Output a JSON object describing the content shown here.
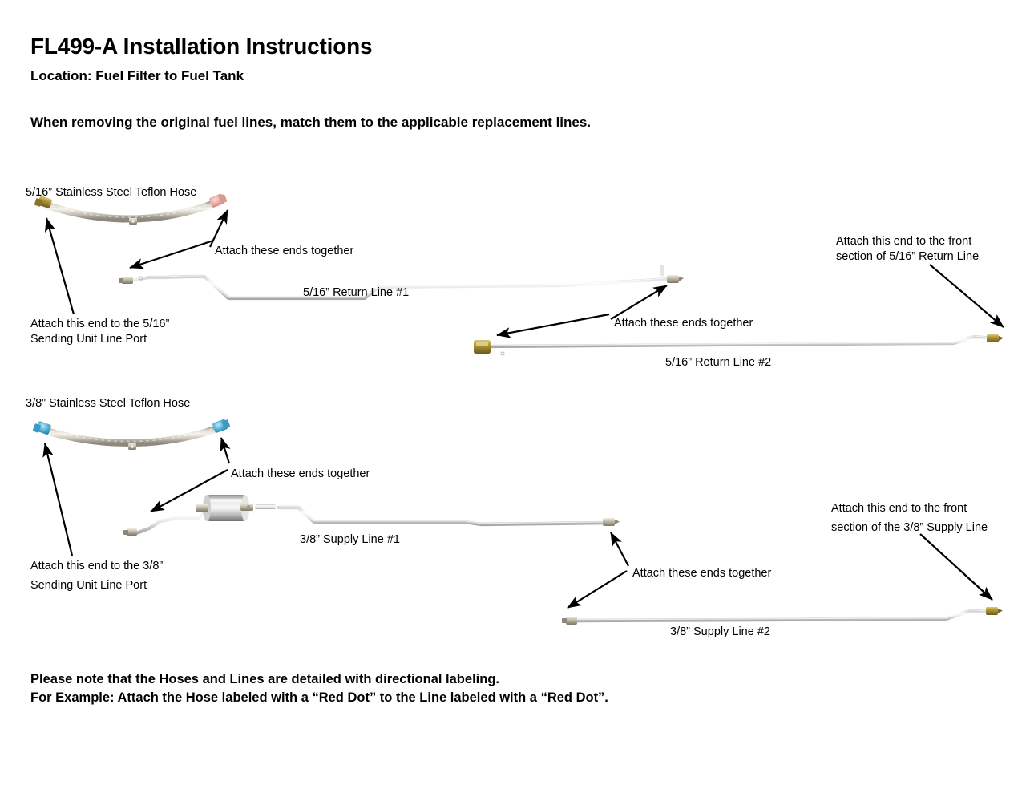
{
  "document": {
    "title": "FL499-A Installation Instructions",
    "location": "Location: Fuel Filter to Fuel Tank",
    "instruction": "When removing the original fuel lines, match them to the applicable replacement lines.",
    "note_line_1": "Please note that the Hoses and Lines are detailed with directional labeling.",
    "note_line_2": "For Example: Attach the Hose labeled with a “Red Dot” to the Line labeled with a “Red Dot”."
  },
  "colors": {
    "background": "#ffffff",
    "text": "#000000",
    "hose_braid_light": "#e9e7e2",
    "hose_braid_dark": "#b9b5ad",
    "line_steel_light": "#f2f2f2",
    "line_steel_dark": "#bfbfbf",
    "brass_fitting": "#a8912f",
    "red_dot": "#e9a6a0",
    "blue_dot": "#5ab4dd",
    "arrow": "#000000"
  },
  "sections": {
    "return_group": {
      "hose_label": "5/16” Stainless Steel Teflon Hose",
      "line1_label": "5/16” Return Line #1",
      "line2_label": "5/16” Return Line #2",
      "callouts": [
        {
          "id": "r-attach-hose-to-line1",
          "text": "Attach these ends together"
        },
        {
          "id": "r-sending-unit",
          "line1": "Attach this end to the 5/16”",
          "line2": "Sending Unit Line Port"
        },
        {
          "id": "r-attach-line1-to-line2",
          "text": "Attach these ends together"
        },
        {
          "id": "r-front-section",
          "line1": "Attach this end to the front",
          "line2": "section of 5/16” Return Line"
        }
      ]
    },
    "supply_group": {
      "hose_label": "3/8” Stainless Steel Teflon Hose",
      "line1_label": "3/8” Supply Line #1",
      "line2_label": "3/8” Supply Line #2",
      "callouts": [
        {
          "id": "s-attach-hose-to-line1",
          "text": "Attach these ends together"
        },
        {
          "id": "s-sending-unit",
          "line1": "Attach this end to the 3/8”",
          "line2": "Sending Unit Line Port"
        },
        {
          "id": "s-attach-line1-to-line2",
          "text": "Attach these ends together"
        },
        {
          "id": "s-front-section",
          "line1": "Attach this end to the front",
          "line2": "section of the 3/8” Supply Line"
        }
      ]
    }
  }
}
